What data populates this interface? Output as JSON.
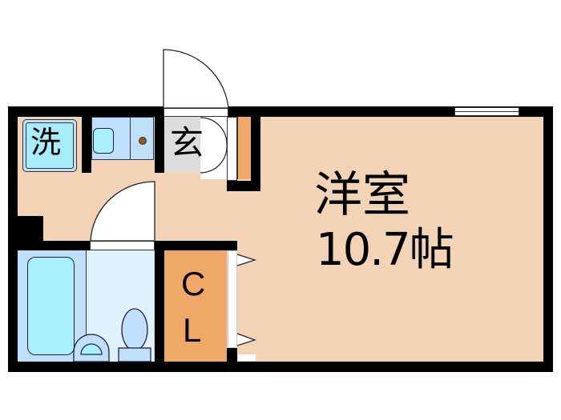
{
  "floorplan": {
    "rooms": {
      "western_room": {
        "name": "洋室",
        "size": "10.7帖"
      },
      "entrance": {
        "label": "玄"
      },
      "laundry": {
        "label": "洗"
      },
      "closet": {
        "label_line1": "C",
        "label_line2": "L"
      }
    },
    "colors": {
      "wall": "#000000",
      "floor": "#f2d3b6",
      "closet": "#f0a868",
      "entrance_floor": "#dcdcdc",
      "water_area": "#bfe0fa",
      "water_fixture": "#a8f0fc",
      "toilet_area": "#dff1fc"
    }
  }
}
